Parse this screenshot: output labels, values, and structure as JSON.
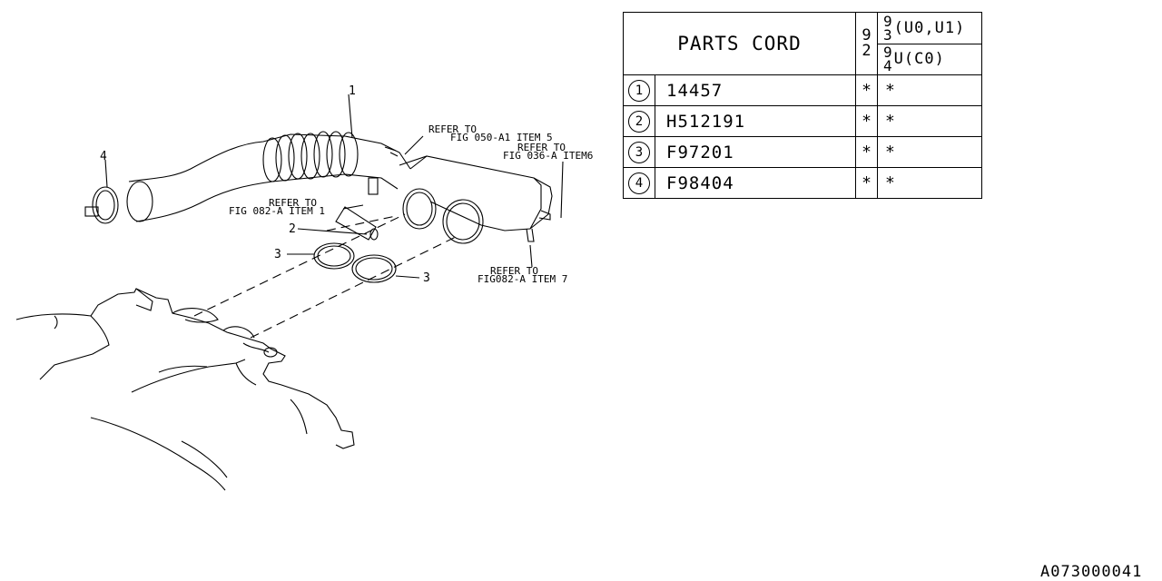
{
  "diagram": {
    "callouts": {
      "item1": "1",
      "item2": "2",
      "item3a": "3",
      "item3b": "3",
      "item4": "4"
    },
    "references": {
      "r1_line1": "REFER TO",
      "r1_line2": "FIG 050-A1 ITEM 5",
      "r2_line1": "REFER TO",
      "r2_line2": "FIG 036-A ITEM6",
      "r3_line1": "REFER TO",
      "r3_line2": "FIG 082-A ITEM 1",
      "r4_line1": "REFER TO",
      "r4_line2": "FIG082-A ITEM 7"
    }
  },
  "table": {
    "header_title": "PARTS CORD",
    "model_col": [
      "9",
      "2"
    ],
    "col_a": {
      "stack": [
        "9",
        "3"
      ],
      "codes": "(U0,U1)"
    },
    "col_b": {
      "stack": [
        "9",
        "4"
      ],
      "codes": "U(C0)"
    },
    "rows": [
      {
        "num": "1",
        "code": "14457",
        "a": "*",
        "b": "*"
      },
      {
        "num": "2",
        "code": "H512191",
        "a": "*",
        "b": "*"
      },
      {
        "num": "3",
        "code": "F97201",
        "a": "*",
        "b": "*"
      },
      {
        "num": "4",
        "code": "F98404",
        "a": "*",
        "b": "*"
      }
    ]
  },
  "footer": {
    "ref_code": "A073000041"
  }
}
